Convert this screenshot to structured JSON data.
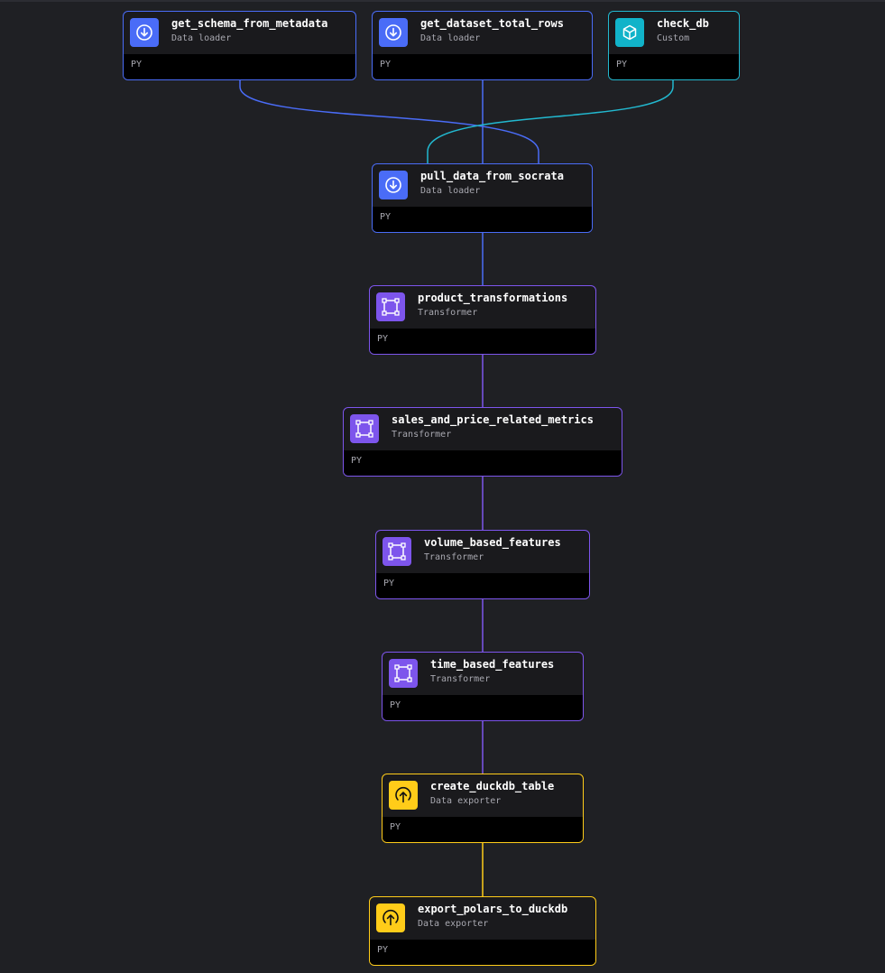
{
  "colors": {
    "data_loader": "#4a6cf7",
    "custom": "#22b8cf",
    "transformer": "#7d55ec",
    "data_exporter": "#ffcc19",
    "background": "#1f2024"
  },
  "blocks": [
    {
      "name": "get_schema_from_metadata",
      "type": "Data loader",
      "language": "PY",
      "icon": "arrow-down-circle-icon"
    },
    {
      "name": "get_dataset_total_rows",
      "type": "Data loader",
      "language": "PY",
      "icon": "arrow-down-circle-icon"
    },
    {
      "name": "check_db",
      "type": "Custom",
      "language": "PY",
      "icon": "cube-icon"
    },
    {
      "name": "pull_data_from_socrata",
      "type": "Data loader",
      "language": "PY",
      "icon": "arrow-down-circle-icon"
    },
    {
      "name": "product_transformations",
      "type": "Transformer",
      "language": "PY",
      "icon": "transform-square-icon"
    },
    {
      "name": "sales_and_price_related_metrics",
      "type": "Transformer",
      "language": "PY",
      "icon": "transform-square-icon"
    },
    {
      "name": "volume_based_features",
      "type": "Transformer",
      "language": "PY",
      "icon": "transform-square-icon"
    },
    {
      "name": "time_based_features",
      "type": "Transformer",
      "language": "PY",
      "icon": "transform-square-icon"
    },
    {
      "name": "create_duckdb_table",
      "type": "Data exporter",
      "language": "PY",
      "icon": "arrow-up-circle-icon"
    },
    {
      "name": "export_polars_to_duckdb",
      "type": "Data exporter",
      "language": "PY",
      "icon": "arrow-up-circle-icon"
    }
  ]
}
